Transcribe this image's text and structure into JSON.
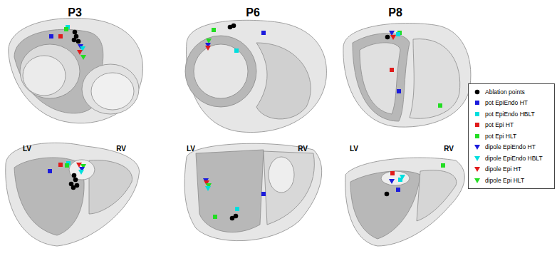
{
  "diagram": {
    "labels": [
      "P3",
      "P6",
      "P8",
      "LV",
      "RV",
      "LV",
      "RV",
      "LV",
      "RV"
    ],
    "legend": [
      {
        "text": "Ablation points"
      },
      {
        "text": "pot EpiEndo HT",
        "color": "#1b1bdc"
      },
      {
        "text": "pot EpiEndo HBLT",
        "color": "#00dede"
      },
      {
        "text": "pot Epi HT",
        "color": "#e01b1b"
      },
      {
        "text": "pot Epi HLT",
        "color": "#22dd22"
      },
      {
        "text": "dipole EpiEndo HT"
      },
      {
        "text": "dipole EpiEndo HBLT"
      },
      {
        "text": "dipole Epi HT"
      },
      {
        "text": "dipole Epi HLT"
      }
    ]
  }
}
